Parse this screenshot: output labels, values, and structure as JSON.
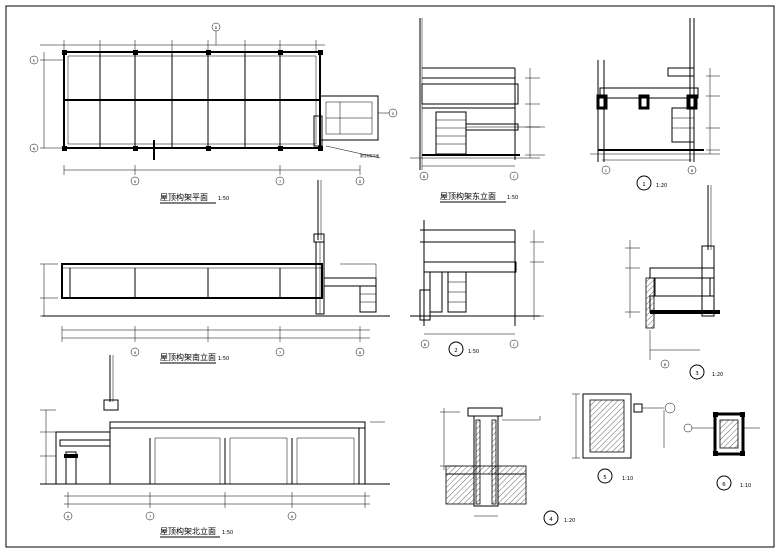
{
  "drawing": {
    "titles": {
      "plan": "屋顶构架平面",
      "east": "屋顶构架东立面",
      "south": "屋顶构架南立面",
      "north": "屋顶构架北立面"
    },
    "scales": {
      "s150": "1:50",
      "s120": "1:20",
      "s110": "1:10"
    },
    "section_marks": [
      "1",
      "2",
      "3",
      "4",
      "5",
      "6"
    ],
    "axis_labels": {
      "plan_left": [
        "E",
        "B"
      ],
      "plan_bottom": [
        "6",
        "7",
        "8"
      ],
      "plan_right": "G",
      "plan_top": "D",
      "east_bottom": [
        "B",
        "C"
      ],
      "s1_bottom": [
        "C",
        "B"
      ],
      "south_bottom": [
        "6",
        "7",
        "8"
      ],
      "s2_bottom": [
        "B",
        "C"
      ],
      "s3_bottom": "B",
      "north_bottom": [
        "8",
        "7",
        "6"
      ]
    }
  }
}
